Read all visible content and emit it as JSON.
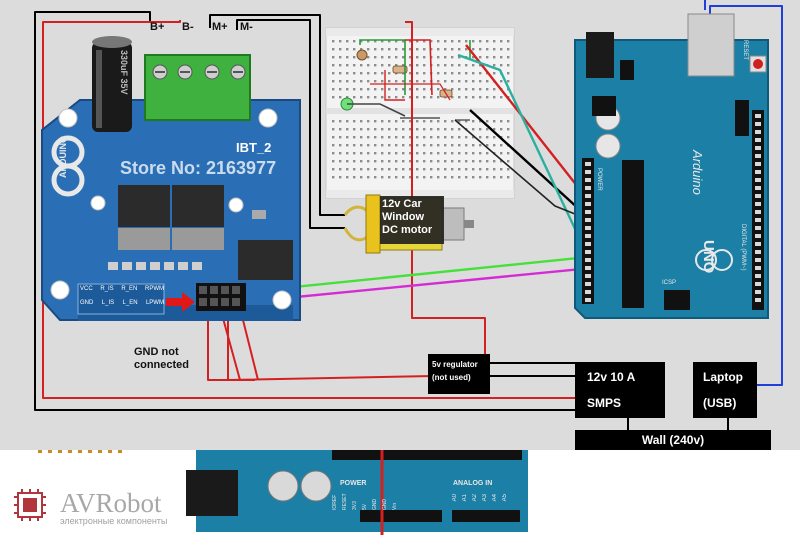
{
  "driver": {
    "name": "IBT_2",
    "watermark": "Store No: 2163977",
    "brand": "ARDUINO",
    "terminals": [
      "B+",
      "B-",
      "M+",
      "M-"
    ],
    "pin_labels_row1": [
      "VCC",
      "R_IS",
      "R_EN",
      "RPWM"
    ],
    "pin_labels_row2": [
      "GND",
      "L_IS",
      "L_EN",
      "LPWM"
    ],
    "capacitor_text": "330uF 35V"
  },
  "labels": {
    "gnd_note_1": "GND not",
    "gnd_note_2": "connected",
    "motor_1": "12v Car",
    "motor_2": "Window",
    "motor_3": "DC motor"
  },
  "boxes": {
    "regulator_1": "5v regulator",
    "regulator_2": "(not used)",
    "smps_1": "12v 10 A",
    "smps_2": "SMPS",
    "laptop_1": "Laptop",
    "laptop_2": "(USB)",
    "wall": "Wall (240v)"
  },
  "arduino": {
    "brand": "Arduino",
    "model": "UNO",
    "power_header": "POWER",
    "analog_header": "ANALOG IN",
    "digital_header": "DIGITAL (PWM~)",
    "icsp": "ICSP",
    "reset": "RESET",
    "pins_power": [
      "IOREF",
      "RESET",
      "3V3",
      "5V",
      "GND",
      "GND",
      "Vin"
    ],
    "pins_analog": [
      "A0",
      "A1",
      "A2",
      "A3",
      "A4",
      "A5"
    ]
  },
  "footer": {
    "logo": "AVRobot",
    "tagline": "электронные компоненты"
  },
  "colors": {
    "board_blue": "#2a6fb5",
    "uno_blue": "#1c7fa5",
    "wire_red": "#d42020",
    "wire_green": "#46e03a",
    "wire_magenta": "#d52bd5",
    "wire_teal": "#2ab0a0",
    "wire_blue": "#1f3fd9",
    "terminal_green": "#3fb13f",
    "background": "#dcdcdc"
  }
}
